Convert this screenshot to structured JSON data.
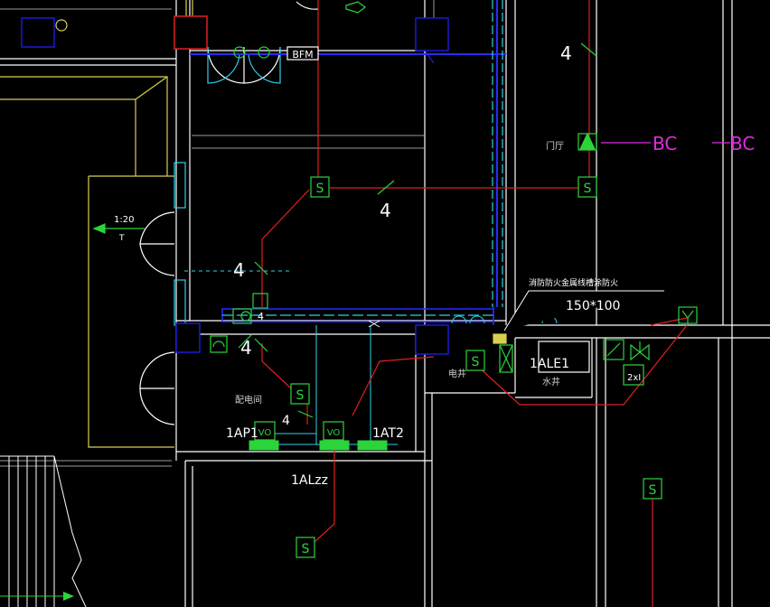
{
  "drawing": {
    "labels": {
      "bfm": "BFM",
      "bc_1": "BC",
      "bc_2": "BC",
      "lobby": "门厅",
      "scale": "1:20",
      "room_distribution": "配电间",
      "room_elec_shaft": "电井",
      "room_water_shaft": "水井",
      "panel_1ap1": "1AP1",
      "panel_1at2": "1AT2",
      "panel_1alzz": "1ALzz",
      "panel_1ale1": "1ALE1",
      "vo_1": "VO",
      "vo_2": "VO",
      "sleeve": "150*100",
      "note_fireproof": "消防防火金属线槽涂防火",
      "cable_count_1": "4",
      "cable_count_2": "4",
      "cable_count_3": "4",
      "cable_count_4": "4",
      "cable_count_5": "4",
      "cable_count_6": "4",
      "switch_2x": "2xI"
    },
    "colors": {
      "background": "#000000",
      "wall": "#ffffff",
      "wall_grey": "#9a9a9a",
      "door": "#ffffff",
      "cable_red": "#e02020",
      "tray_blue": "#2a2aff",
      "dash_cyan": "#2fd0e8",
      "device_green": "#2bd43b",
      "gold": "#d8cf52",
      "magenta": "#e12be1",
      "column": "#1a1ad0"
    }
  }
}
